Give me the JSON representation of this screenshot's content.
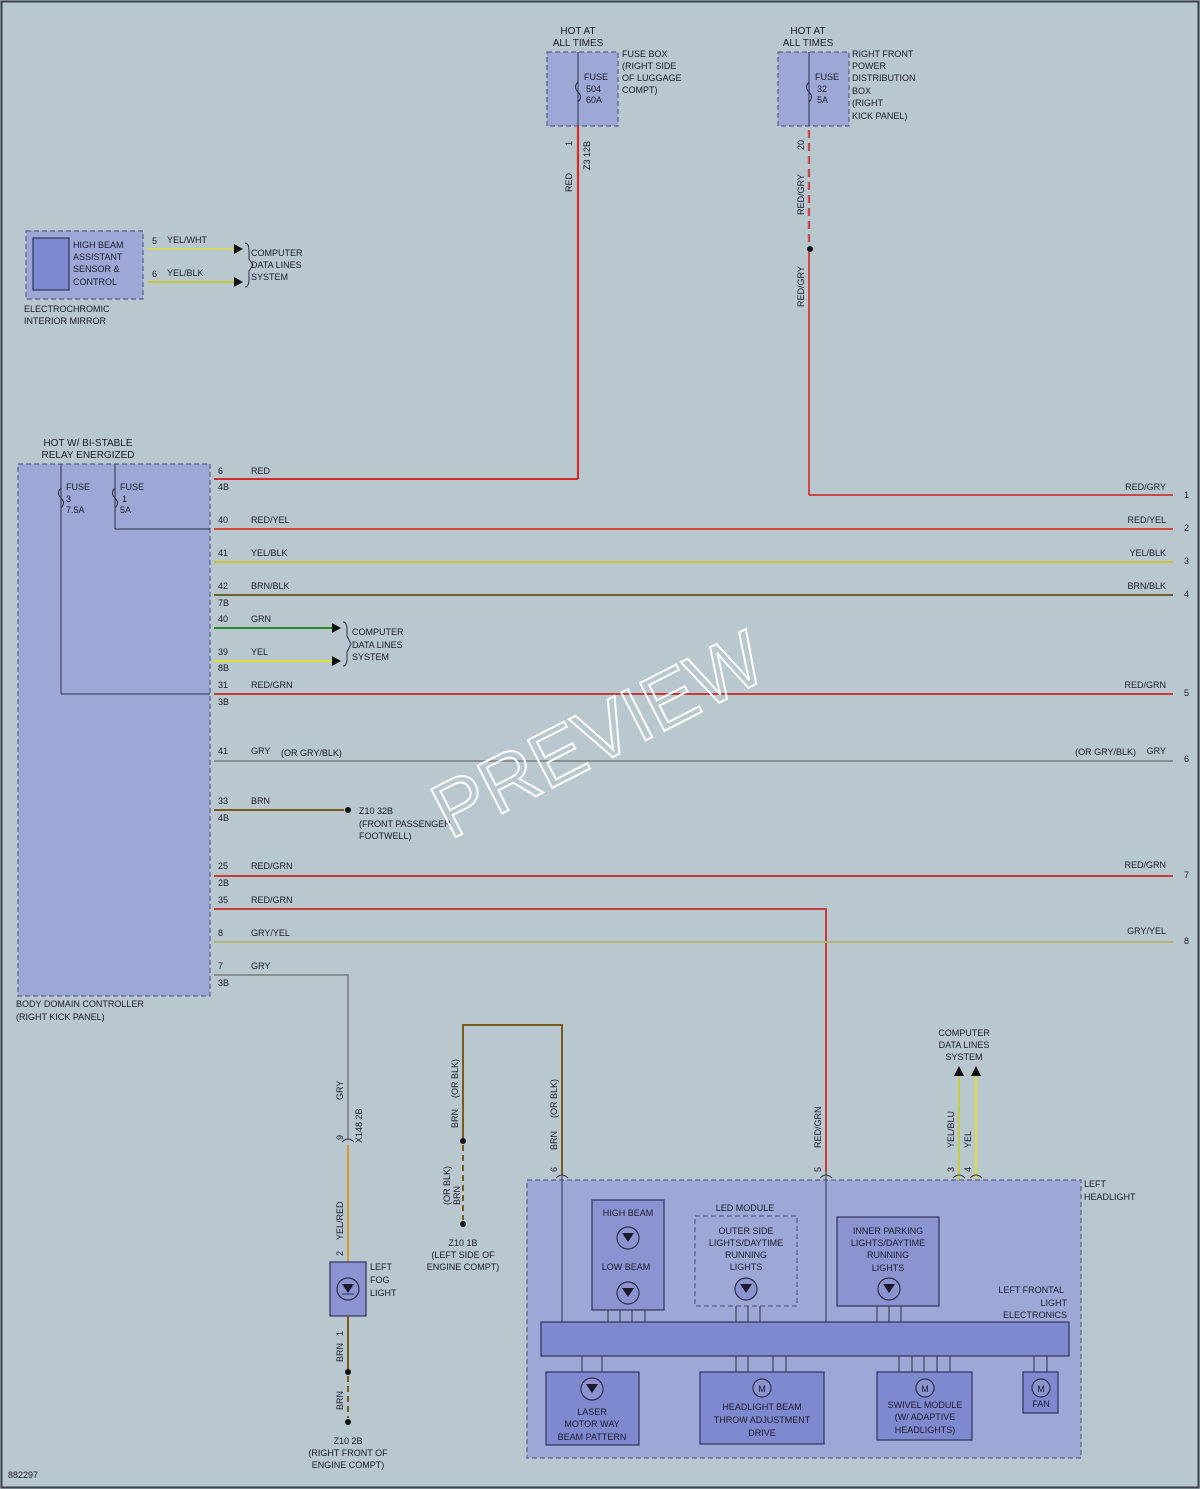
{
  "diagram_id": "882297",
  "watermark": "PREVIEW",
  "colors": {
    "background": "#b9c7cf",
    "RED": "#d42a2a",
    "RED/GRY": "#c94a4a",
    "RED/YEL": "#d24a3a",
    "YEL/BLK": "#c7c630",
    "BRN/BLK": "#6f5f2a",
    "GRN": "#2a8a2a",
    "YEL": "#dede30",
    "RED/GRN": "#c93a3a",
    "GRY": "#8a8f96",
    "BRN": "#7a5a1a",
    "GRY/YEL": "#b3b47a",
    "YEL/WHT": "#d8d860",
    "YEL/RED": "#d89a30",
    "YEL/BLU": "#c9c94a"
  },
  "fuse_box_luggage": {
    "hot": [
      "HOT AT",
      "ALL TIMES"
    ],
    "fuse": [
      "FUSE",
      "504",
      "60A"
    ],
    "desc": [
      "FUSE BOX",
      "(RIGHT SIDE",
      "OF LUGGAGE",
      "COMPT)"
    ],
    "pin": "1",
    "conn": "Z3 12B",
    "wire": "RED"
  },
  "power_dist_box": {
    "hot": [
      "HOT AT",
      "ALL TIMES"
    ],
    "fuse": [
      "FUSE",
      "32",
      "5A"
    ],
    "desc": [
      "RIGHT FRONT",
      "POWER",
      "DISTRIBUTION",
      "BOX",
      "(RIGHT",
      "KICK PANEL)"
    ],
    "pin": "20",
    "wire_upper": "RED/GRY",
    "wire_lower": "RED/GRY"
  },
  "mirror": {
    "label": [
      "HIGH BEAM",
      "ASSISTANT",
      "SENSOR &",
      "CONTROL"
    ],
    "name": [
      "ELECTROCHROMIC",
      "INTERIOR MIRROR"
    ],
    "pins": [
      "5",
      "6"
    ],
    "wires": [
      "YEL/WHT",
      "YEL/BLK"
    ],
    "dest": [
      "COMPUTER",
      "DATA LINES",
      "SYSTEM"
    ]
  },
  "bdc": {
    "hot": [
      "HOT W/ BI-STABLE",
      "RELAY ENERGIZED"
    ],
    "fuse_a": [
      "FUSE",
      "3",
      "7.5A"
    ],
    "fuse_b": [
      "FUSE",
      "1",
      "5A"
    ],
    "name": [
      "BODY DOMAIN CONTROLLER",
      "(RIGHT KICK PANEL)"
    ],
    "data_dest": [
      "COMPUTER",
      "DATA LINES",
      "SYSTEM"
    ]
  },
  "bdc_rows": [
    {
      "pin": "6",
      "conn": "4B",
      "wire": "RED",
      "right_wire": "",
      "num": ""
    },
    {
      "pin": "",
      "conn": "",
      "wire": "",
      "right_wire": "RED/GRY",
      "num": "1"
    },
    {
      "pin": "40",
      "conn": "",
      "wire": "RED/YEL",
      "right_wire": "RED/YEL",
      "num": "2"
    },
    {
      "pin": "41",
      "conn": "",
      "wire": "YEL/BLK",
      "right_wire": "YEL/BLK",
      "num": "3"
    },
    {
      "pin": "42",
      "conn": "7B",
      "wire": "BRN/BLK",
      "right_wire": "BRN/BLK",
      "num": "4"
    },
    {
      "pin": "40",
      "conn": "",
      "wire": "GRN",
      "right_wire": "",
      "num": ""
    },
    {
      "pin": "39",
      "conn": "8B",
      "wire": "YEL",
      "right_wire": "",
      "num": ""
    },
    {
      "pin": "31",
      "conn": "3B",
      "wire": "RED/GRN",
      "right_wire": "RED/GRN",
      "num": "5"
    },
    {
      "pin": "41",
      "conn": "",
      "wire": "GRY",
      "right_wire": "GRY",
      "num": "6"
    },
    {
      "pin": "33",
      "conn": "4B",
      "wire": "BRN",
      "right_wire": "",
      "num": ""
    },
    {
      "pin": "25",
      "conn": "2B",
      "wire": "RED/GRN",
      "right_wire": "RED/GRN",
      "num": "7"
    },
    {
      "pin": "35",
      "conn": "",
      "wire": "RED/GRN",
      "right_wire": "",
      "num": ""
    },
    {
      "pin": "8",
      "conn": "",
      "wire": "GRY/YEL",
      "right_wire": "GRY/YEL",
      "num": "8"
    },
    {
      "pin": "7",
      "conn": "3B",
      "wire": "GRY",
      "right_wire": "",
      "num": ""
    }
  ],
  "gry_alt": "(OR GRY/BLK)",
  "ground_z10_32b": {
    "conn": "Z10 32B",
    "loc": [
      "(FRONT PASSENGER",
      "FOOTWELL)"
    ]
  },
  "fog_light": {
    "conn": "X148 2B",
    "pin_in": "9",
    "wire_in": "GRY",
    "wire_mid": "YEL/RED",
    "pin_top": "2",
    "pin_bot": "1",
    "wire_out": "BRN",
    "wire_gnd": "BRN",
    "name": [
      "LEFT",
      "FOG",
      "LIGHT"
    ],
    "gnd": [
      "Z10 2B",
      "(RIGHT FRONT OF",
      "ENGINE COMPT)"
    ]
  },
  "ground_z10_1b": {
    "wire_a": "BRN",
    "wire_a_alt": "(OR BLK)",
    "wire_b": "BRN",
    "wire_b_alt": "(OR BLK)",
    "wire_c": "BRN",
    "wire_c_alt": "(OR BLK)",
    "pin": "6",
    "gnd": [
      "Z10 1B",
      "(LEFT SIDE OF",
      "ENGINE COMPT)"
    ]
  },
  "headlight": {
    "name": [
      "LEFT",
      "HEADLIGHT"
    ],
    "pin5_wire": "RED/GRN",
    "pin5": "5",
    "pin3_wire": "YEL/BLU",
    "pin3": "3",
    "pin4_wire": "YEL",
    "pin4": "4",
    "data_dest": [
      "COMPUTER",
      "DATA LINES",
      "SYSTEM"
    ],
    "high_beam": "HIGH BEAM",
    "low_beam": "LOW BEAM",
    "led_module": "LED MODULE",
    "outer": [
      "OUTER SIDE",
      "LIGHTS/DAYTIME",
      "RUNNING",
      "LIGHTS"
    ],
    "inner": [
      "INNER PARKING",
      "LIGHTS/DAYTIME",
      "RUNNING",
      "LIGHTS"
    ],
    "electronics": [
      "LEFT FRONTAL",
      "LIGHT",
      "ELECTRONICS"
    ],
    "laser": [
      "LASER",
      "MOTOR WAY",
      "BEAM PATTERN"
    ],
    "throw": [
      "HEADLIGHT BEAM",
      "THROW ADJUSTMENT",
      "DRIVE"
    ],
    "swivel": [
      "SWIVEL MODULE",
      "(W/ ADAPTIVE",
      "HEADLIGHTS)"
    ],
    "fan": "FAN",
    "motor_symbol": "M"
  }
}
